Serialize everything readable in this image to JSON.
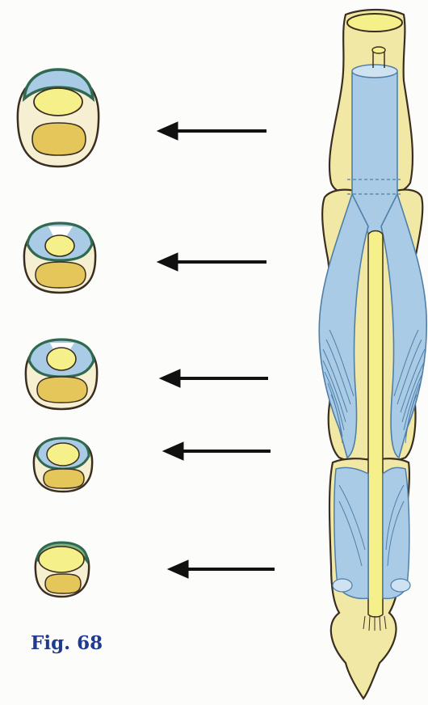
{
  "figure": {
    "label": "Fig. 68"
  },
  "colors": {
    "bone_fill": "#f2e8a6",
    "bone_outline": "#3a2e20",
    "marrow_fill": "#e4c65a",
    "tendon_fill": "#a9cbe6",
    "tendon_dark": "#6d9cc6",
    "sheath_green": "#2f6a50",
    "section_bg": "#f6efd2",
    "arrow": "#111111"
  },
  "cross_sections": [
    {
      "name": "section-1",
      "tendon_shape": "full-cap"
    },
    {
      "name": "section-2",
      "tendon_shape": "split-cap"
    },
    {
      "name": "section-3",
      "tendon_shape": "split-cap"
    },
    {
      "name": "section-4",
      "tendon_shape": "thin-rim"
    },
    {
      "name": "section-5",
      "tendon_shape": "green-rim"
    }
  ],
  "arrows": [
    {
      "name": "arrow-1"
    },
    {
      "name": "arrow-2"
    },
    {
      "name": "arrow-3"
    },
    {
      "name": "arrow-4"
    },
    {
      "name": "arrow-5"
    }
  ]
}
